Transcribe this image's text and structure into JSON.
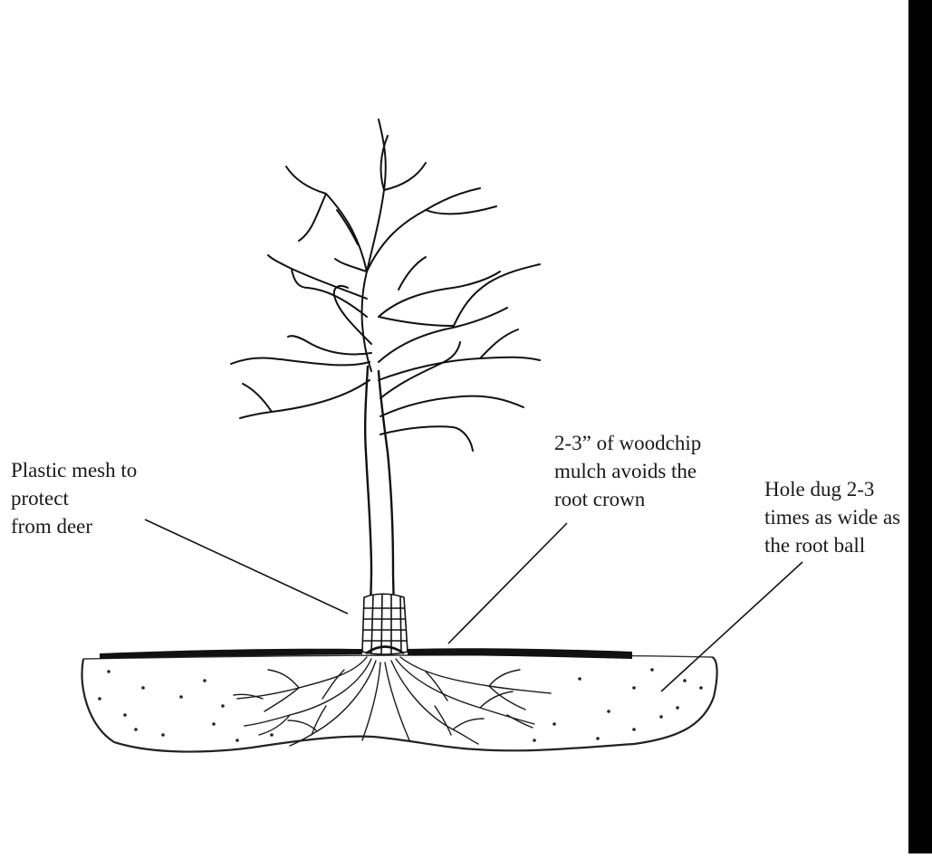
{
  "labels": {
    "mesh": [
      "Plastic mesh to",
      "protect",
      "from deer"
    ],
    "mulch": [
      "2-3” of woodchip",
      "mulch avoids the",
      "root crown"
    ],
    "hole": [
      "Hole dug 2-3",
      "times as wide as",
      "the root ball"
    ]
  },
  "icons": {
    "tree": "bare-tree-drawing",
    "mesh": "mesh-guard-drawing",
    "soil": "soil-hole-drawing"
  }
}
